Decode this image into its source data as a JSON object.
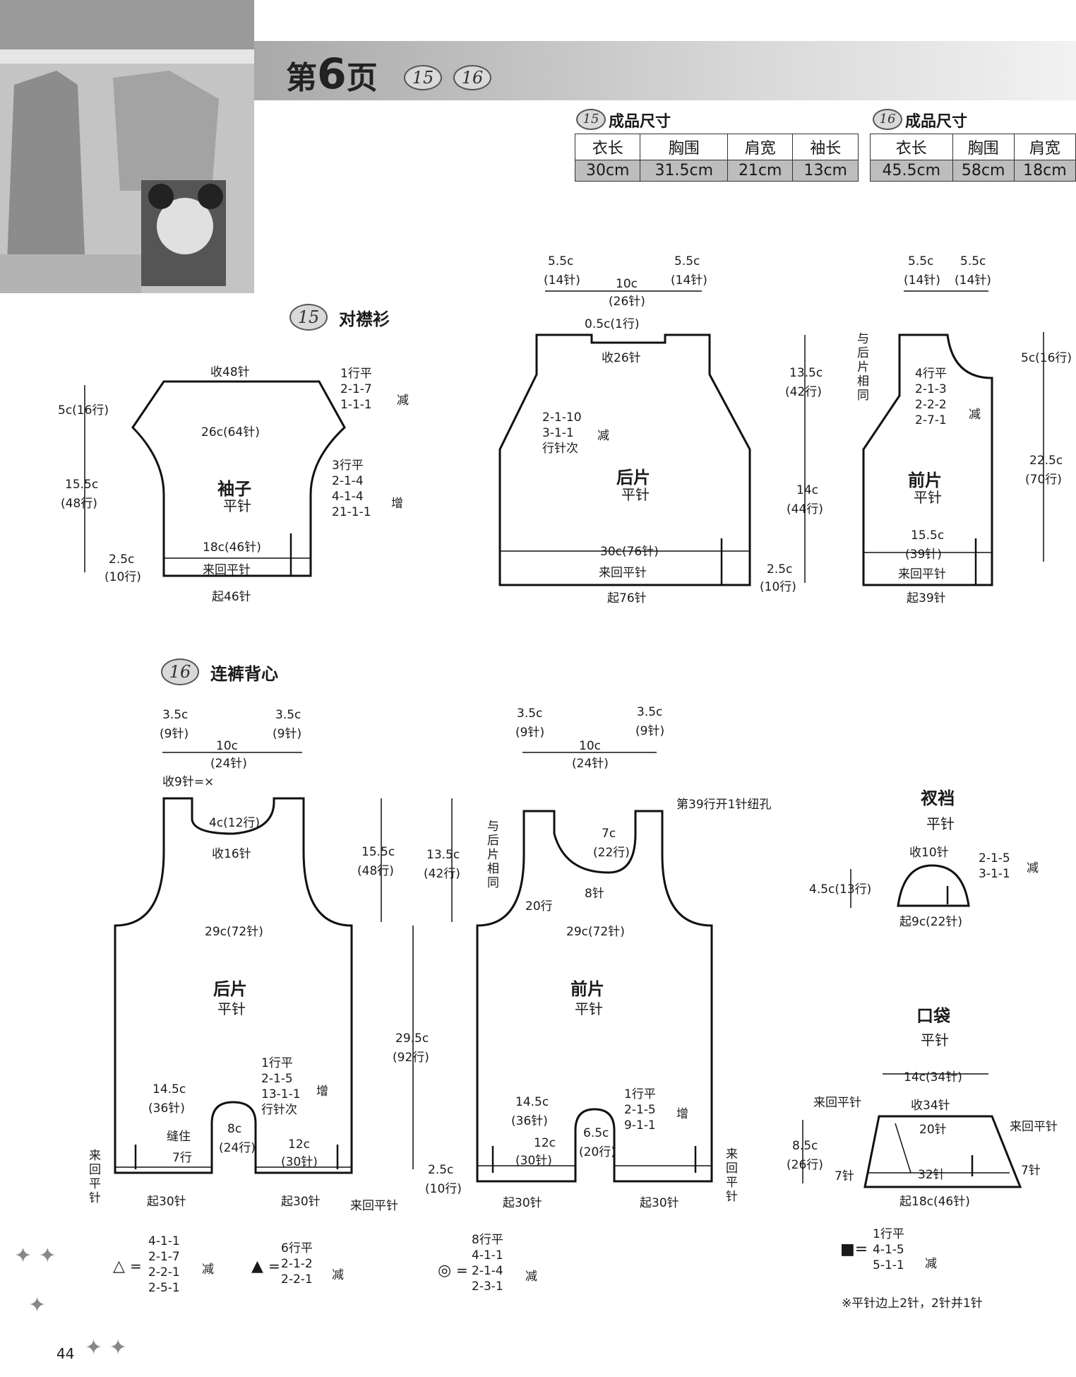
{
  "header": {
    "page_prefix": "第",
    "page_number": "6",
    "page_suffix": "页",
    "badges": [
      "15",
      "16"
    ]
  },
  "size15": {
    "badge": "15",
    "title": "成品尺寸",
    "headers": [
      "衣长",
      "胸围",
      "肩宽",
      "袖长"
    ],
    "values": [
      "30cm",
      "31.5cm",
      "21cm",
      "13cm"
    ]
  },
  "size16": {
    "badge": "16",
    "title": "成品尺寸",
    "headers": [
      "衣长",
      "胸围",
      "肩宽"
    ],
    "values": [
      "45.5cm",
      "58cm",
      "18cm"
    ]
  },
  "project15": {
    "badge": "15",
    "title": "对襟衫"
  },
  "project16": {
    "badge": "16",
    "title": "连裤背心"
  },
  "sleeve": {
    "name": "袖子",
    "stitch": "平针",
    "top": "收48针",
    "mid": "26c(64针)",
    "bottom_width": "18c(46针)",
    "rib": "来回平针",
    "cast_on": "起46针",
    "dec": [
      "1行平",
      "2-1-7",
      "1-1-1"
    ],
    "dec_word": "减",
    "inc": [
      "3行平",
      "2-1-4",
      "4-1-4",
      "21-1-1"
    ],
    "inc_word": "增",
    "h1": "5c(16行)",
    "h2a": "15.5c",
    "h2b": "(48行)",
    "h3a": "2.5c",
    "h3b": "(10行)"
  },
  "back15": {
    "name": "后片",
    "stitch": "平针",
    "shoulder_l_a": "5.5c",
    "shoulder_l_b": "(14针)",
    "neck_a": "10c",
    "neck_b": "(26针)",
    "shoulder_r_a": "5.5c",
    "shoulder_r_b": "(14针)",
    "neck_depth": "0.5c(1行)",
    "neck_bind": "收26针",
    "dec": [
      "2-1-10",
      "3-1-1",
      "行针次"
    ],
    "dec_word": "减",
    "width": "30c(76针)",
    "rib": "来回平针",
    "cast_on": "起76针",
    "h1a": "13.5c",
    "h1b": "(42行)",
    "h2a": "14c",
    "h2b": "(44行)",
    "h3a": "2.5c",
    "h3b": "(10行)"
  },
  "front15": {
    "name": "前片",
    "stitch": "平针",
    "sh_l_a": "5.5c",
    "sh_l_b": "(14针)",
    "sh_r_a": "5.5c",
    "sh_r_b": "(14针)",
    "same_note": "与后片相同",
    "dec": [
      "4行平",
      "2-1-3",
      "2-2-2",
      "2-7-1"
    ],
    "dec_word": "减",
    "width_a": "15.5c",
    "width_b": "(39针)",
    "rib": "来回平针",
    "cast_on": "起39针",
    "h1": "5c(16行)",
    "h2a": "22.5c",
    "h2b": "(70行)"
  },
  "back16": {
    "name": "后片",
    "stitch": "平针",
    "sh_l_a": "3.5c",
    "sh_l_b": "(9针)",
    "neck_a": "10c",
    "neck_b": "(24针)",
    "sh_r_a": "3.5c",
    "sh_r_b": "(9针)",
    "bind_note": "收9针=×",
    "neck_depth": "4c(12行)",
    "neck_bind": "收16针",
    "width": "29c(72针)",
    "crotch_w_a": "14.5c",
    "crotch_w_b": "(36针)",
    "inc": [
      "1行平",
      "2-1-5",
      "13-1-1",
      "行针次"
    ],
    "inc_word": "增",
    "seam": "缝住",
    "seam_rows": "7行",
    "crotch_h_a": "8c",
    "crotch_h_b": "(24行)",
    "leg_a": "12c",
    "leg_b": "(30针)",
    "rib_side": [
      "来",
      "回",
      "平",
      "针"
    ],
    "rib_note": "来回平针",
    "cast_l": "起30针",
    "cast_r": "起30针",
    "h1a": "15.5c",
    "h1b": "(48行)"
  },
  "mid16": {
    "h1a": "13.5c",
    "h1b": "(42行)",
    "h2a": "29.5c",
    "h2b": "(92行)",
    "h3a": "2.5c",
    "h3b": "(10行)"
  },
  "front16": {
    "name": "前片",
    "stitch": "平针",
    "sh_l_a": "3.5c",
    "sh_l_b": "(9针)",
    "neck_a": "10c",
    "neck_b": "(24针)",
    "sh_r_a": "3.5c",
    "sh_r_b": "(9针)",
    "buttonhole": "第39行开1针纽孔",
    "same_note": "与后片相同",
    "neck_a2": "7c",
    "neck_b2": "(22行)",
    "neck_st": "8针",
    "rows20": "20行",
    "width": "29c(72针)",
    "crotch_w_a": "14.5c",
    "crotch_w_b": "(36针)",
    "inc": [
      "1行平",
      "2-1-5",
      "9-1-1"
    ],
    "inc_word": "增",
    "crotch_h_a": "6.5c",
    "crotch_h_b": "(20行)",
    "leg_a": "12c",
    "leg_b": "(30针)",
    "rib_side": [
      "来",
      "回",
      "平",
      "针"
    ],
    "cast_l": "起30针",
    "cast_r": "起30针"
  },
  "gusset": {
    "name": "衩裆",
    "stitch": "平针",
    "top": "收10针",
    "dec": [
      "2-1-5",
      "3-1-1"
    ],
    "dec_word": "减",
    "h": "4.5c(13行)",
    "cast_on": "起9c(22针)"
  },
  "pocket": {
    "name": "口袋",
    "stitch": "平针",
    "top_w": "14c(34针)",
    "rib_l": "来回平针",
    "bind": "收34针",
    "rib_r": "来回平针",
    "mid": "20针",
    "h_a": "8.5c",
    "h_b": "(26行)",
    "side_l": "7针",
    "side_r": "7针",
    "lower": "32针",
    "cast_on": "起18c(46针)",
    "legend": [
      "1行平",
      "4-1-5",
      "5-1-1"
    ],
    "legend_word": "减",
    "note": "※平针边上2针，2针并1针"
  },
  "legend": {
    "tri_open": [
      "4-1-1",
      "2-1-7",
      "2-2-1",
      "2-5-1"
    ],
    "tri_open_word": "减",
    "tri_fill": [
      "6行平",
      "2-1-2",
      "2-2-1"
    ],
    "tri_fill_word": "减",
    "circle": [
      "8行平",
      "4-1-1",
      "2-1-4",
      "2-3-1"
    ],
    "circle_word": "减",
    "eq": "="
  },
  "footer": {
    "page_no": "44"
  }
}
